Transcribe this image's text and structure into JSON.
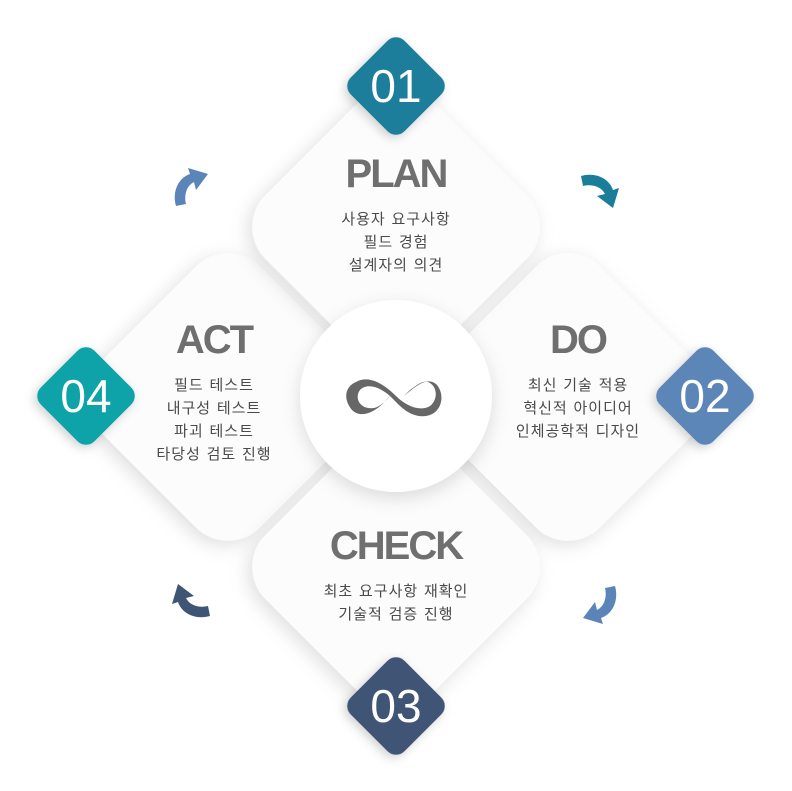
{
  "steps": {
    "plan": {
      "num": "01",
      "title": "PLAN",
      "lines": [
        "사용자 요구사항",
        "필드 경험",
        "설계자의 의견"
      ],
      "color": "#1a7e9a"
    },
    "do": {
      "num": "02",
      "title": "DO",
      "lines": [
        "최신 기술 적용",
        "혁신적 아이디어",
        "인체공학적 디자인"
      ],
      "color": "#5b85b8"
    },
    "check": {
      "num": "03",
      "title": "CHECK",
      "lines": [
        "최초 요구사항 재확인",
        "기술적 검증 진행"
      ],
      "color": "#3f5576"
    },
    "act": {
      "num": "04",
      "title": "ACT",
      "lines": [
        "필드 테스트",
        "내구성 테스트",
        "파괴 테스트",
        "타당성 검토 진행"
      ],
      "color": "#0ea3a8"
    }
  },
  "center": {
    "icon": "infinity-logo-icon"
  },
  "arrows": {
    "top_right": {
      "icon": "curved-arrow-icon",
      "color": "#1a7e9a"
    },
    "bottom_right": {
      "icon": "curved-arrow-icon",
      "color": "#5b85b8"
    },
    "bottom_left": {
      "icon": "curved-arrow-icon",
      "color": "#3f5576"
    },
    "top_left": {
      "icon": "curved-arrow-icon",
      "color": "#5b85b8"
    }
  }
}
